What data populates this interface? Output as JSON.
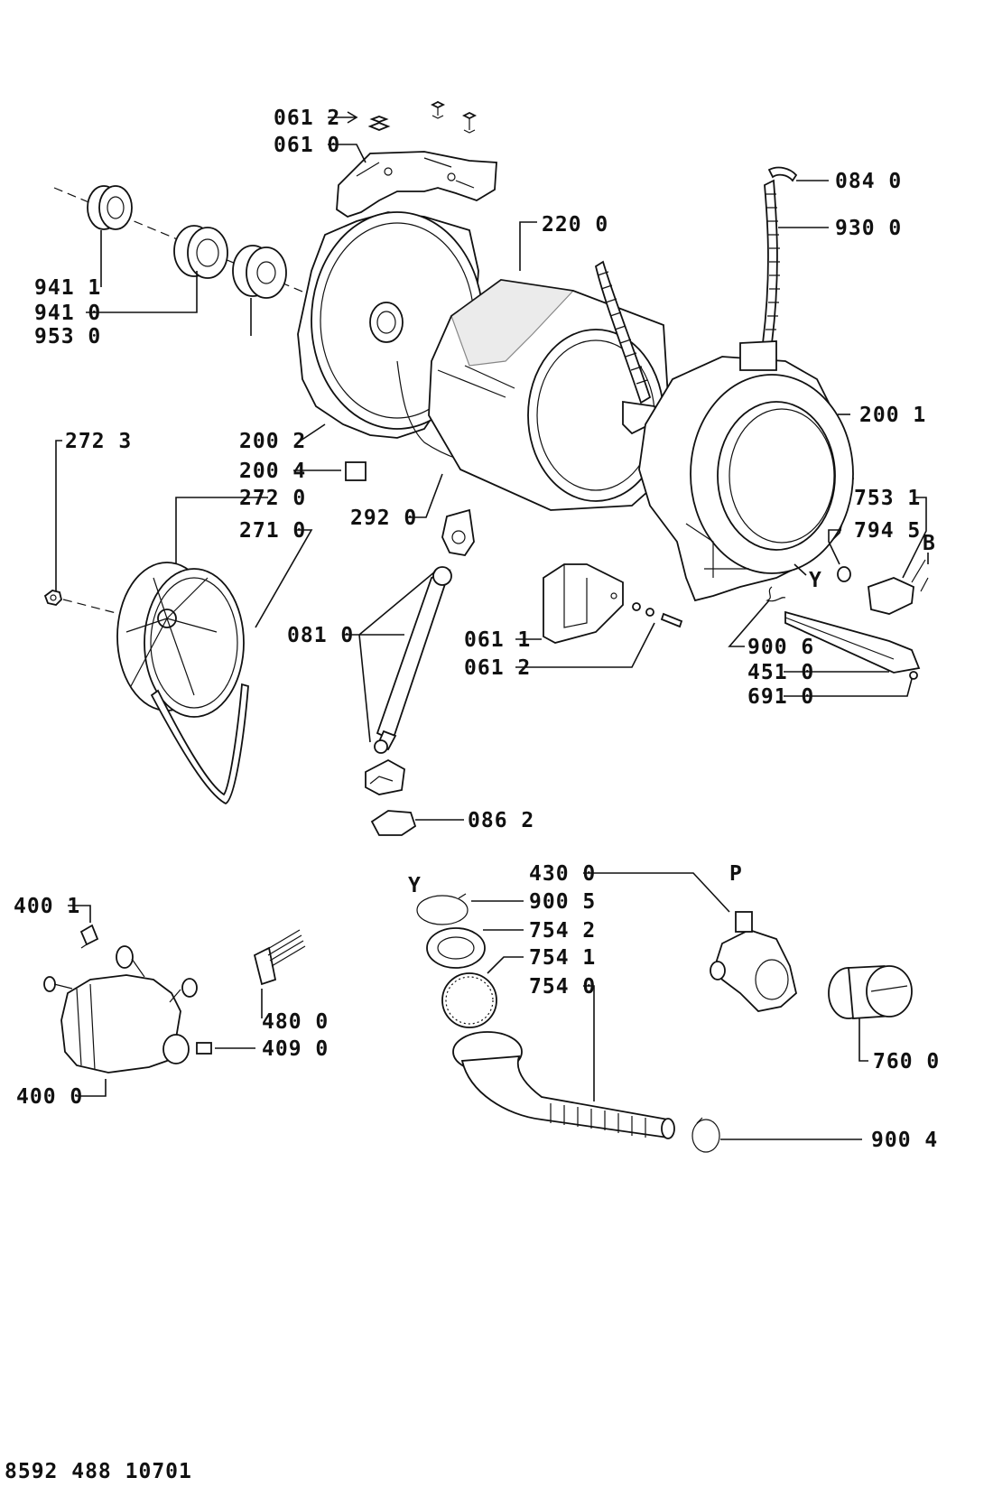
{
  "labels": {
    "p0612a": "061 2",
    "p0610": "061 0",
    "p0840": "084 0",
    "p9300": "930 0",
    "p2200": "220 0",
    "p9411": "941 1",
    "p9410": "941 0",
    "p9530": "953 0",
    "p2001": "200 1",
    "p2002": "200 2",
    "p2723": "272 3",
    "p2004": "200 4",
    "p2720": "272 0",
    "p2920": "292 0",
    "p7531": "753 1",
    "p2710": "271 0",
    "p7945": "794 5",
    "pB": "B",
    "pY1": "Y",
    "p0810": "081 0",
    "p0611": "061 1",
    "p0612b": "061 2",
    "p9006": "900 6",
    "p4510": "451 0",
    "p6910": "691 0",
    "p0862": "086 2",
    "p4300": "430 0",
    "pP": "P",
    "pY2": "Y",
    "p9005": "900 5",
    "p4001": "400 1",
    "p7542": "754 2",
    "p7541": "754 1",
    "p7540": "754 0",
    "p4800": "480 0",
    "p4090": "409 0",
    "p7600": "760 0",
    "p4000": "400 0",
    "p9004": "900 4",
    "doc_number": "8592 488 10701"
  }
}
